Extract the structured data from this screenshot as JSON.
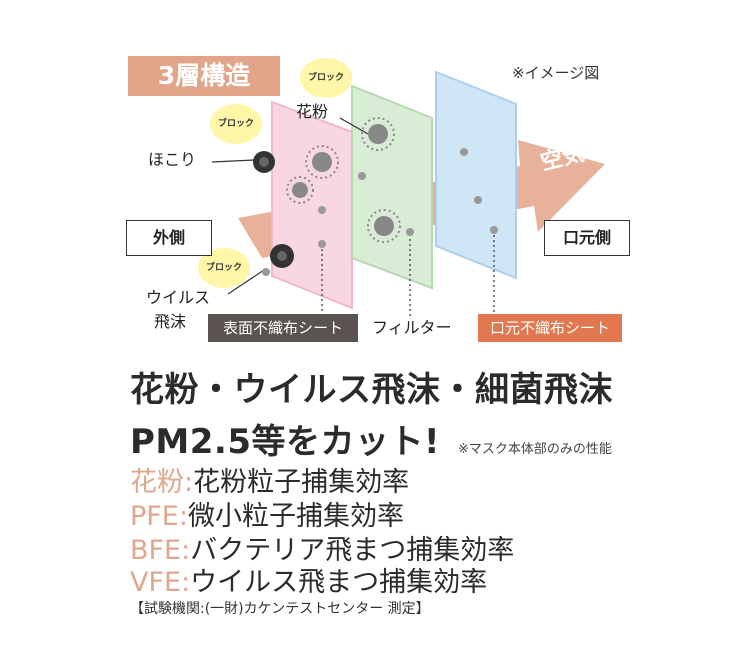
{
  "badge": "3層構造",
  "image_note": "※イメージ図",
  "labels": {
    "outside": "外側",
    "mouth_side": "口元側",
    "air": "空気",
    "dust": "ほこり",
    "pollen": "花粉",
    "virus_line1": "ウイルス",
    "virus_line2": "飛沫",
    "block": "ブロック"
  },
  "layers": {
    "surface": "表面不織布シート",
    "filter": "フィルター",
    "mouth": "口元不織布シート"
  },
  "headline": {
    "line1": "花粉・ウイルス飛沫・細菌飛沫",
    "line2": "PM2.5等をカット!"
  },
  "performance_note": "※マスク本体部のみの性能",
  "specs": [
    {
      "key": "花粉",
      "sep": ":",
      "value": "花粉粒子捕集効率"
    },
    {
      "key": "PFE",
      "sep": ":",
      "value": "微小粒子捕集効率"
    },
    {
      "key": "BFE",
      "sep": ":",
      "value": "バクテリア飛まつ捕集効率"
    },
    {
      "key": "VFE",
      "sep": ":",
      "value": "ウイルス飛まつ捕集効率"
    }
  ],
  "footer": "【試験機関:(一財)カケンテストセンター 測定】",
  "colors": {
    "badge": "#e2a58a",
    "pink_layer": "#f8d7e3",
    "green_layer": "#d9ecd6",
    "blue_layer": "#cfe6f6",
    "arrow": "#e2a58a",
    "tag_dark": "#5a5350",
    "tag_orange": "#e2784f",
    "spec_key": "#e0a78d"
  }
}
